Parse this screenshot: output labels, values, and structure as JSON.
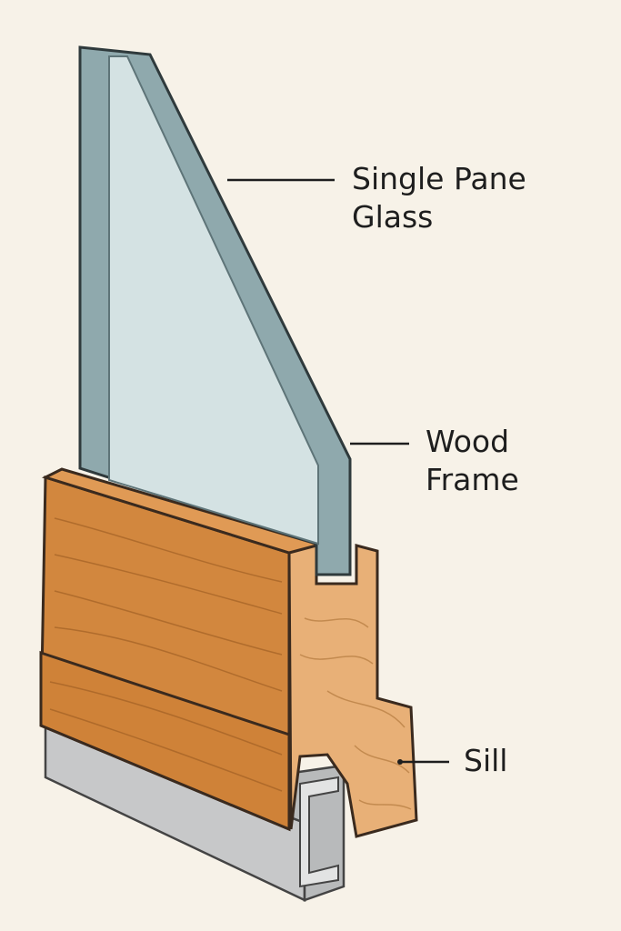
{
  "labels": {
    "glass": {
      "line1": "Single Pane",
      "line2": "Glass"
    },
    "frame": {
      "line1": "Wood",
      "line2": "Frame"
    },
    "sill": {
      "line1": "Sill"
    }
  },
  "colors": {
    "background": "#f7f2e8",
    "glass_edge": "#8fa9ad",
    "glass_face": "#d4e2e3",
    "wood_face": "#d2873e",
    "wood_end": "#e8b077",
    "aluminum": "#c9cacb",
    "outline": "#3a2a1e"
  }
}
